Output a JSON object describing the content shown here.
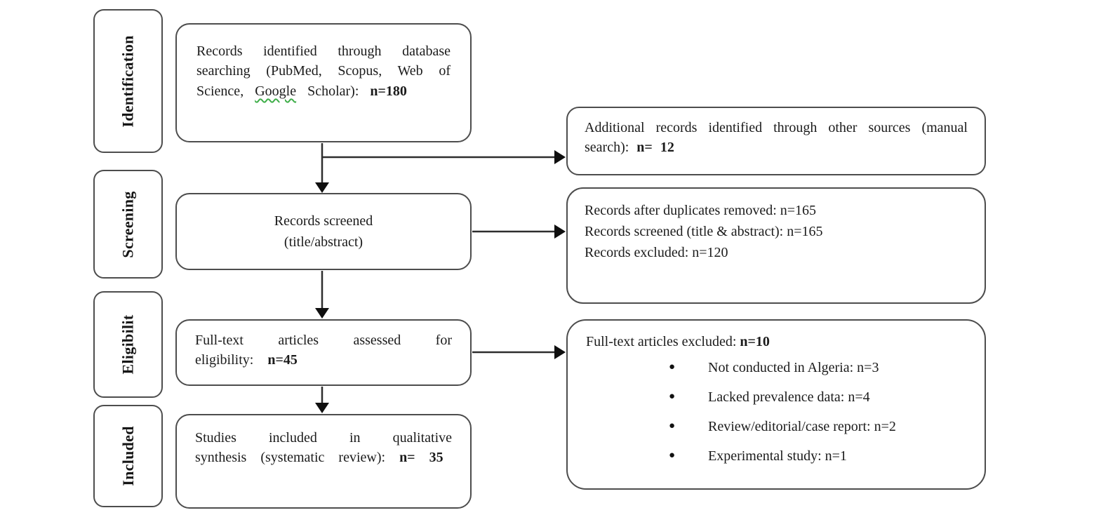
{
  "diagram": {
    "type": "prisma-flow",
    "stages": [
      {
        "label": "Identification"
      },
      {
        "label": "Screening"
      },
      {
        "label": "Eligibilit"
      },
      {
        "label": "Included"
      }
    ],
    "main": {
      "identified": {
        "text_before": "Records identified through database searching (PubMed, Scopus, Web of Science, ",
        "spellcheck_word": "Google",
        "text_after": " Scholar): ",
        "count": "n=180"
      },
      "screened": {
        "line1": "Records screened",
        "line2": "(title/abstract)"
      },
      "fulltext": {
        "text": "Full-text articles assessed for eligibility:  ",
        "count": "n=45"
      },
      "included": {
        "text": "Studies included in qualitative synthesis (systematic review): ",
        "count": "n= 35"
      }
    },
    "side": {
      "additional": {
        "text": "Additional records identified through other sources (manual search): ",
        "count": "n= 12"
      },
      "screening_results": {
        "lines": [
          "Records after duplicates removed: n=165",
          "Records screened (title & abstract): n=165",
          "Records excluded: n=120"
        ]
      },
      "excluded": {
        "heading_text": "Full-text articles excluded: ",
        "heading_count": "n=10",
        "bullets": [
          "Not conducted in Algeria: n=3",
          "Lacked prevalence data: n=4",
          "Review/editorial/case report: n=2",
          "Experimental study: n=1"
        ]
      }
    },
    "colors": {
      "border": "#4d4d4d",
      "text": "#1b1b1b",
      "arrow": "#2e2e2e",
      "spellcheck_underline": "#3fae49"
    }
  }
}
